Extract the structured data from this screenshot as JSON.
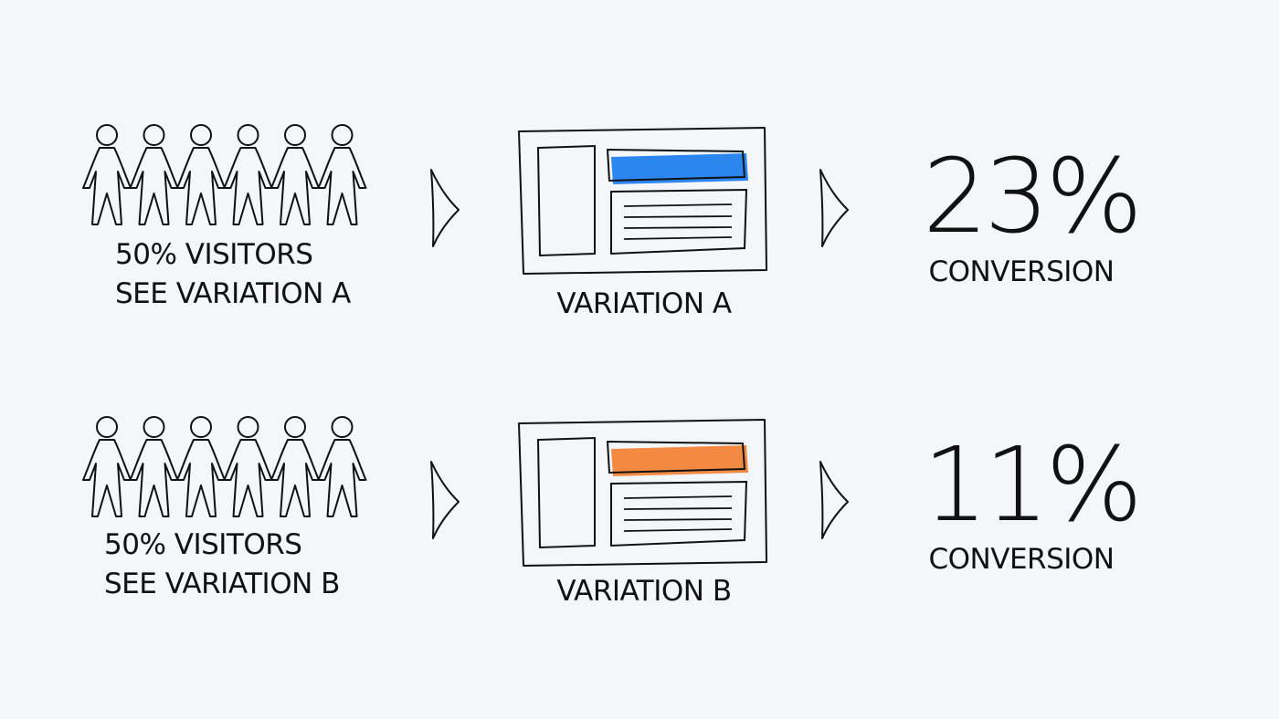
{
  "colors": {
    "background": "#f4f6fa",
    "ink": "#111111",
    "variation_a_highlight": "#2b86f0",
    "variation_b_highlight": "#f28a44"
  },
  "rows": [
    {
      "visitors_line1": "50% VISITORS",
      "visitors_line2": "SEE VARIATION A",
      "variation_label": "VARIATION A",
      "conversion_rate": "23%",
      "conversion_label": "CONVERSION",
      "highlight_color": "#2b86f0",
      "visitor_count_icons": 6
    },
    {
      "visitors_line1": "50% VISITORS",
      "visitors_line2": "SEE VARIATION B",
      "variation_label": "VARIATION B",
      "conversion_rate": "11%",
      "conversion_label": "CONVERSION",
      "highlight_color": "#f28a44",
      "visitor_count_icons": 6
    }
  ]
}
